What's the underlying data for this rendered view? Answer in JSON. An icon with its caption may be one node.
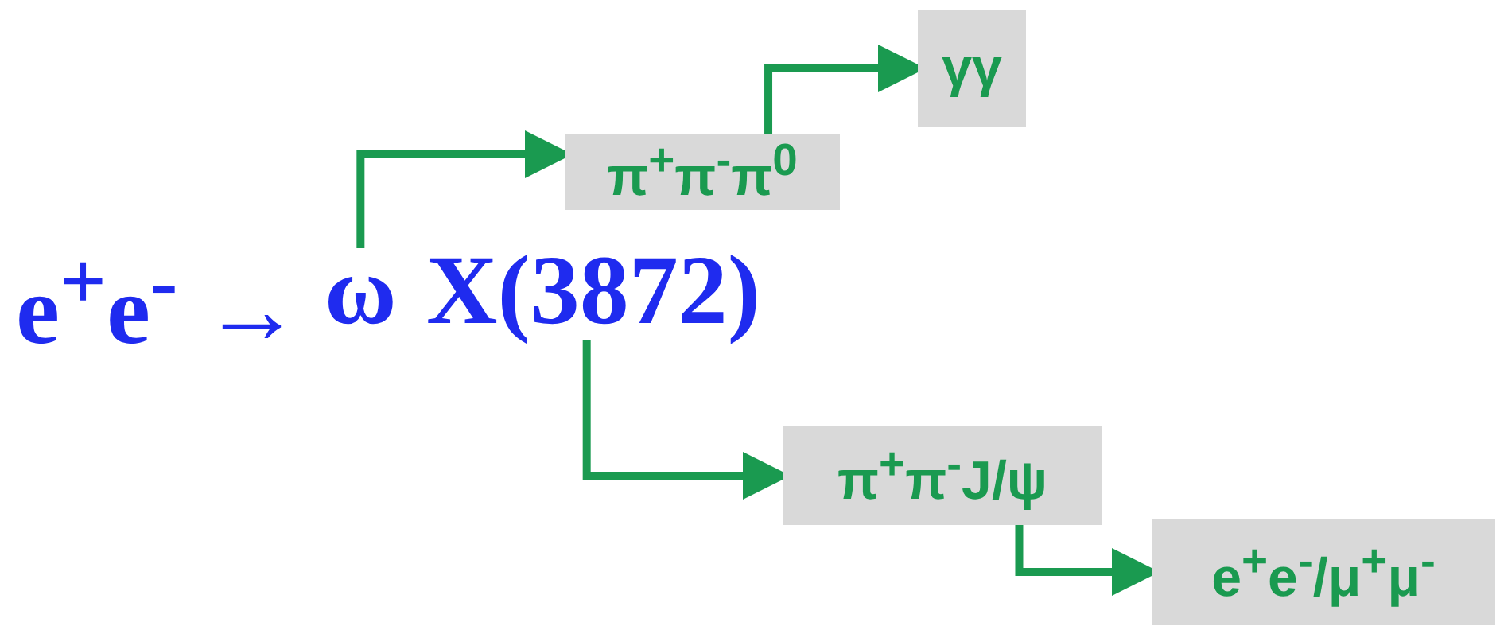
{
  "diagram": {
    "nodes": [
      {
        "text": [
          "ω"
        ]
      },
      {
        "text": [
          "X(3872)"
        ]
      },
      {
        "text": [
          "π$^{+}$π$^{-}$π$^{0}$"
        ]
      },
      {
        "text": [
          "γγ"
        ]
      },
      {
        "text": [
          "π$^{+}$π$^{-}$J/ψ"
        ]
      },
      {
        "text": [
          "e$^{+}$e$^{-}$/μ$^{+}$μ$^{-}$"
        ]
      }
    ],
    "edges": [
      {
        "from": 0,
        "to": 2,
        "arrow": "to"
      },
      {
        "from": 2,
        "to": 3,
        "arrow": "to"
      },
      {
        "from": 1,
        "to": 4,
        "arrow": "to"
      },
      {
        "from": 4,
        "to": 5,
        "arrow": "to"
      }
    ],
    "labels": [
      "e$^{+}$e$^{-}$ →"
    ]
  }
}
